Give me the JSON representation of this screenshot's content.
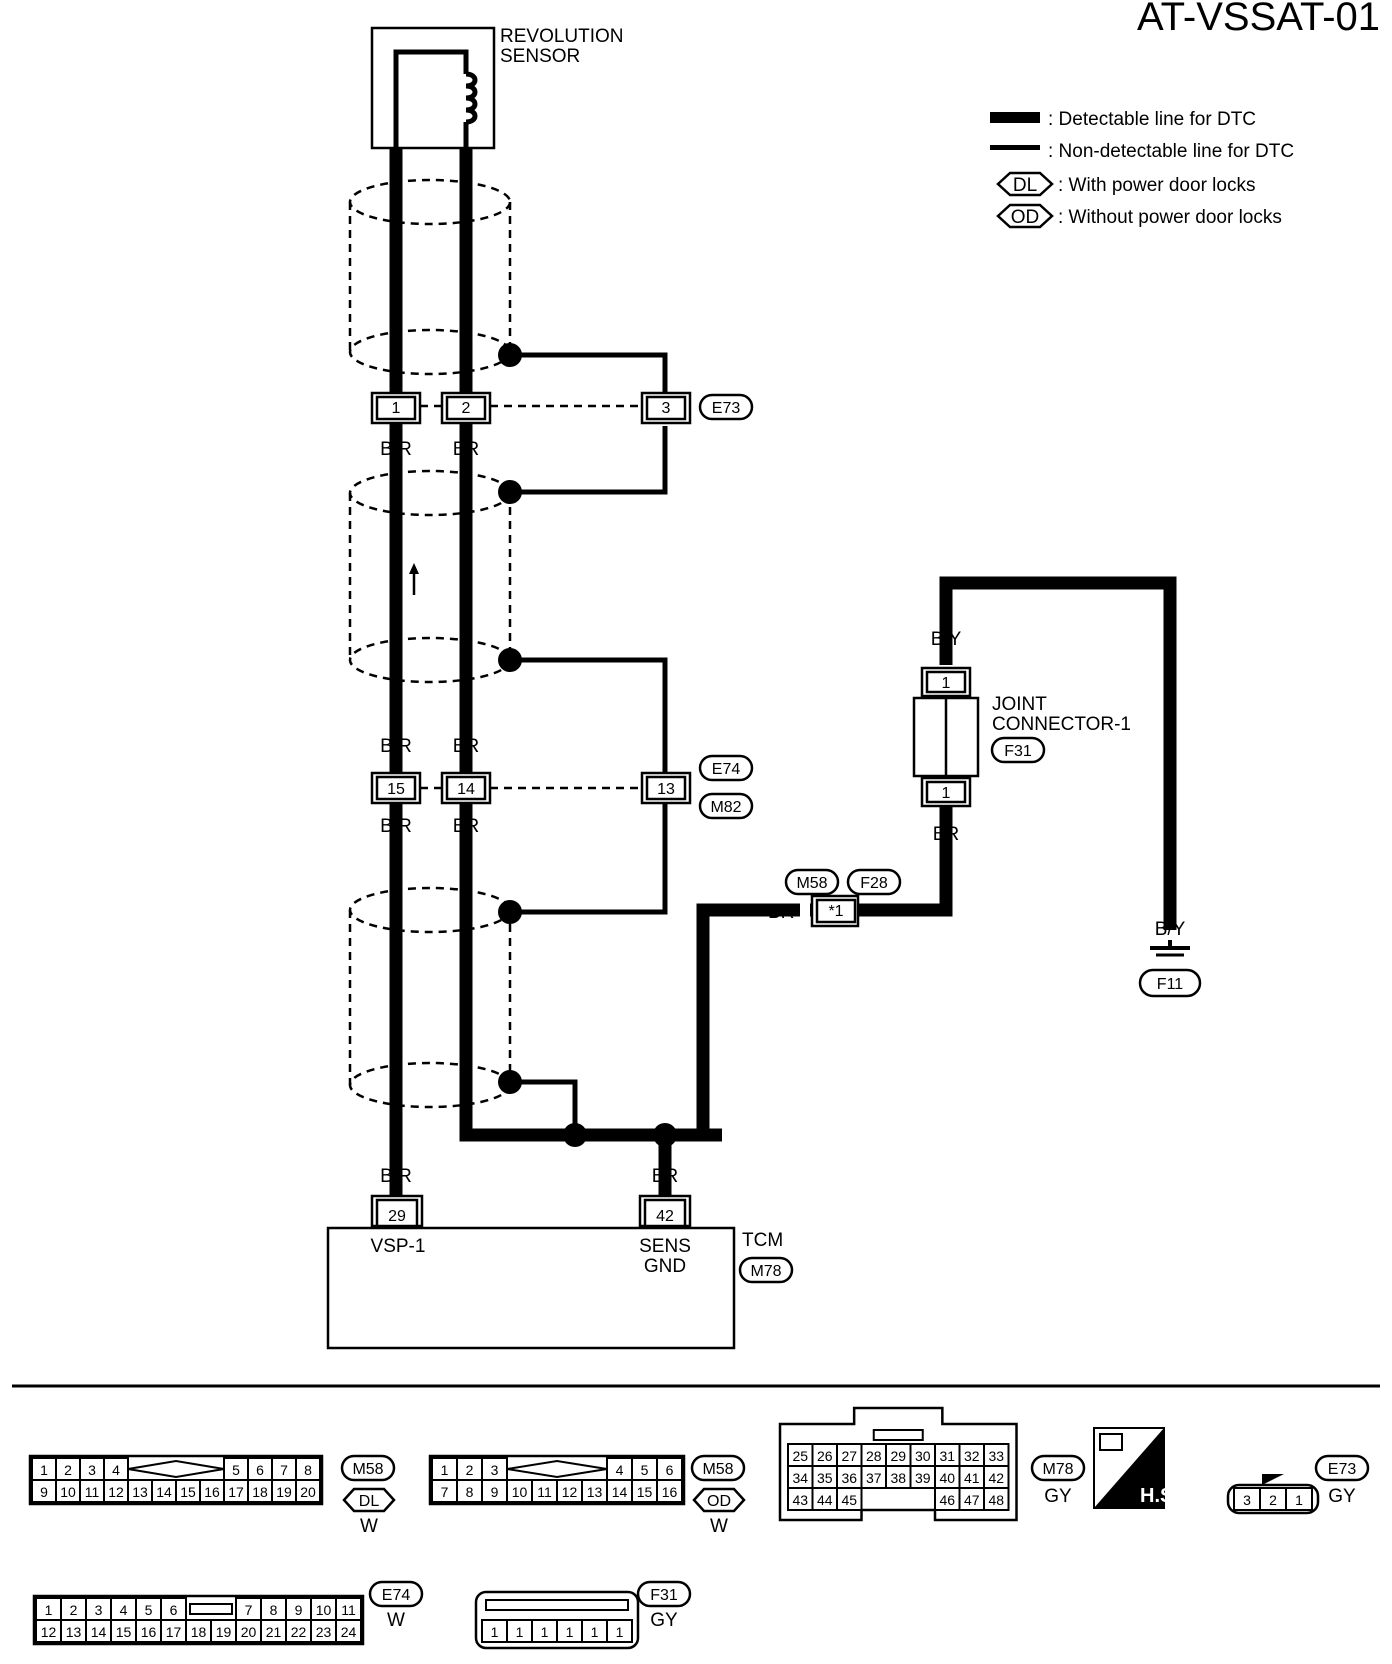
{
  "page_code": "AT-VSSAT-01",
  "legend": {
    "detectable": ": Detectable line for DTC",
    "non_detectable": ": Non-detectable line for DTC",
    "dl_code": "DL",
    "dl_text": ": With power door locks",
    "od_code": "OD",
    "od_text": ": Without power door locks"
  },
  "sensor": {
    "name_line1": "REVOLUTION",
    "name_line2": "SENSOR"
  },
  "connectors": {
    "e73": {
      "id": "E73",
      "pins": [
        "1",
        "2",
        "3"
      ]
    },
    "e74_m82": {
      "id_top": "E74",
      "id_bottom": "M82",
      "pins": [
        "15",
        "14",
        "13"
      ]
    },
    "joint": {
      "name_line1": "JOINT",
      "name_line2": "CONNECTOR-1",
      "id": "F31",
      "pin_top": "1",
      "pin_bottom": "1"
    },
    "m58_f28": {
      "id_left": "M58",
      "id_right": "F28",
      "pin": "*1"
    },
    "ground": {
      "id": "F11"
    }
  },
  "wires": {
    "b_r": "B/R",
    "br": "BR",
    "b_y": "B/Y"
  },
  "tcm": {
    "name": "TCM",
    "id": "M78",
    "pin_vsp": "29",
    "pin_vsp_label": "VSP-1",
    "pin_sens": "42",
    "pin_sens_label1": "SENS",
    "pin_sens_label2": "GND"
  },
  "connector_views": {
    "m58_dl": {
      "id": "M58",
      "variant": "DL",
      "color": "W",
      "row1_left": [
        "1",
        "2",
        "3",
        "4"
      ],
      "row1_right": [
        "5",
        "6",
        "7",
        "8"
      ],
      "row2": [
        "9",
        "10",
        "11",
        "12",
        "13",
        "14",
        "15",
        "16",
        "17",
        "18",
        "19",
        "20"
      ]
    },
    "m58_od": {
      "id": "M58",
      "variant": "OD",
      "color": "W",
      "row1_left": [
        "1",
        "2",
        "3"
      ],
      "row1_right": [
        "4",
        "5",
        "6"
      ],
      "row2": [
        "7",
        "8",
        "9",
        "10",
        "11",
        "12",
        "13",
        "14",
        "15",
        "16"
      ]
    },
    "m78": {
      "id": "M78",
      "color": "GY",
      "row1": [
        "25",
        "26",
        "27",
        "28",
        "29",
        "30",
        "31",
        "32",
        "33"
      ],
      "row2": [
        "34",
        "35",
        "36",
        "37",
        "38",
        "39",
        "40",
        "41",
        "42"
      ],
      "row3_left": [
        "43",
        "44",
        "45"
      ],
      "row3_right": [
        "46",
        "47",
        "48"
      ],
      "hs": "H.S."
    },
    "e73": {
      "id": "E73",
      "color": "GY",
      "pins": [
        "3",
        "2",
        "1"
      ]
    },
    "e74": {
      "id": "E74",
      "color": "W",
      "row1_left": [
        "1",
        "2",
        "3",
        "4",
        "5",
        "6"
      ],
      "row1_right": [
        "7",
        "8",
        "9",
        "10",
        "11"
      ],
      "row2": [
        "12",
        "13",
        "14",
        "15",
        "16",
        "17",
        "18",
        "19",
        "20",
        "21",
        "22",
        "23",
        "24"
      ]
    },
    "f31": {
      "id": "F31",
      "color": "GY",
      "pins": [
        "1",
        "1",
        "1",
        "1",
        "1",
        "1"
      ]
    }
  }
}
